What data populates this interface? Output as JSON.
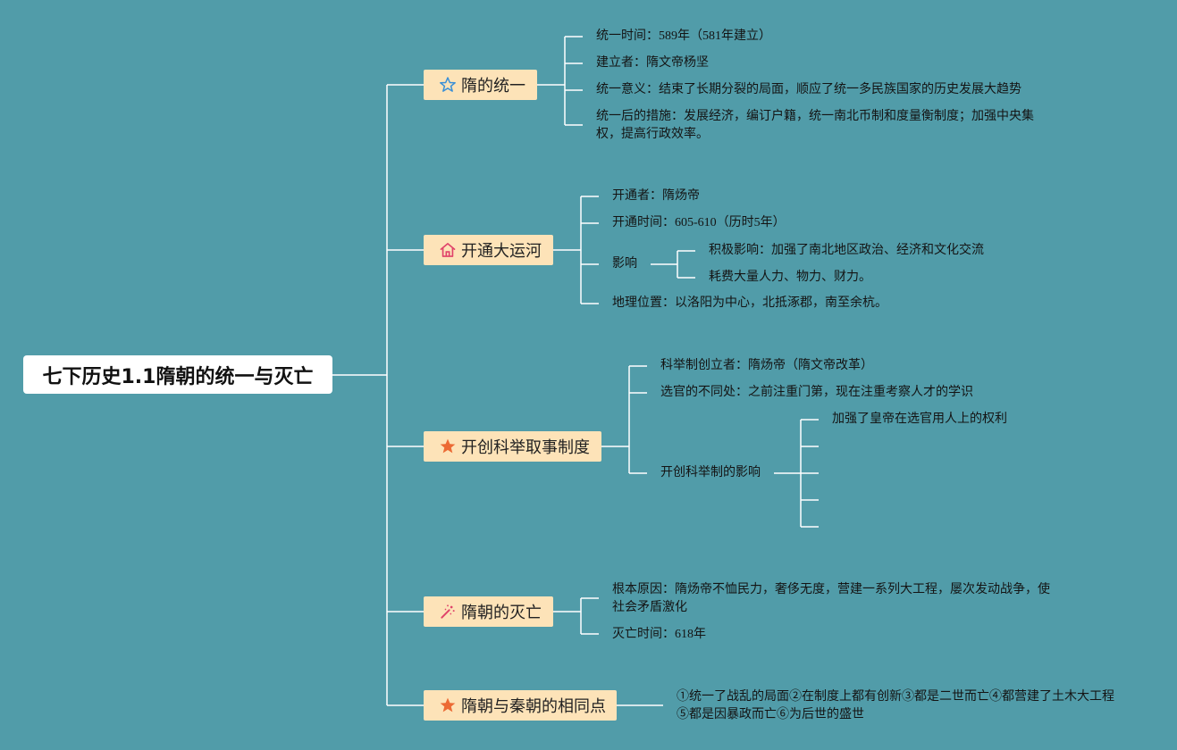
{
  "root": {
    "title": "七下历史1.1隋朝的统一与灭亡"
  },
  "colors": {
    "background": "#519ca9",
    "branch_fill": "#fde3b8",
    "line": "#ffffff"
  },
  "branches": [
    {
      "label": "隋的统一",
      "icon": "star-outline-icon",
      "items": [
        "统一时间：589年（581年建立）",
        "建立者：隋文帝杨坚",
        "统一意义：结束了长期分裂的局面，顺应了统一多民族国家的历史发展大趋势",
        "统一后的措施：发展经济，编订户籍，统一南北币制和度量衡制度；加强中央集权，提高行政效率。"
      ]
    },
    {
      "label": "开通大运河",
      "icon": "house-icon",
      "items": [
        "开通者：隋炀帝",
        "开通时间：605-610（历时5年）",
        "影响",
        "地理位置：以洛阳为中心，北抵涿郡，南至余杭。"
      ],
      "sub_items": [
        "积极影响：加强了南北地区政治、经济和文化交流",
        "耗费大量人力、物力、财力。"
      ]
    },
    {
      "label": "开创科举取事制度",
      "icon": "star-filled-icon",
      "items": [
        "科举制创立者：隋炀帝（隋文帝改革）",
        "选官的不同处：之前注重门第，现在注重考察人才的学识",
        "开创科举制的影响"
      ],
      "sub_items": [
        "加强了皇帝在选官用人上的权利"
      ]
    },
    {
      "label": "隋朝的灭亡",
      "icon": "magic-wand-icon",
      "items": [
        "根本原因：隋炀帝不恤民力，奢侈无度，营建一系列大工程，屡次发动战争，使社会矛盾激化",
        "灭亡时间：618年"
      ]
    },
    {
      "label": "隋朝与秦朝的相同点",
      "icon": "star-filled-icon",
      "items": [
        "①统一了战乱的局面②在制度上都有创新③都是二世而亡④都营建了土木大工程⑤都是因暴政而亡⑥为后世的盛世"
      ]
    }
  ]
}
